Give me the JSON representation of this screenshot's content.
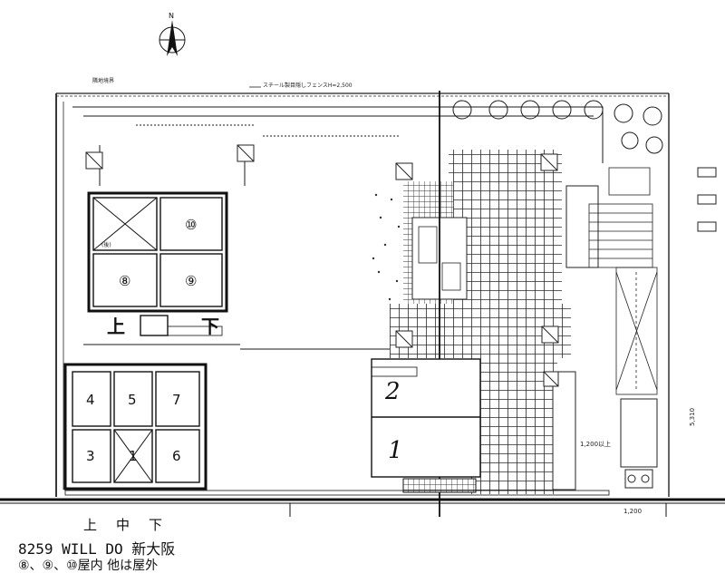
{
  "north": {
    "label": "N"
  },
  "labels": {
    "fence_top": "スチール製目隠しフェンスH=2,500",
    "level_marks": [
      "上",
      "下"
    ],
    "dim_right": "5,310",
    "dim_bottom": "1,200",
    "dim_mid": "1,200以上"
  },
  "units_upper": [
    "⑩",
    "⑧",
    "⑨"
  ],
  "units_lower": [
    "4",
    "5",
    "7",
    "3",
    "1",
    "6"
  ],
  "spaces": [
    "2",
    "1"
  ],
  "caption": {
    "levels": "上 中 下",
    "title": "8259 WILL DO 新大阪",
    "note": "⑧、⑨、⑩屋内 他は屋外"
  }
}
